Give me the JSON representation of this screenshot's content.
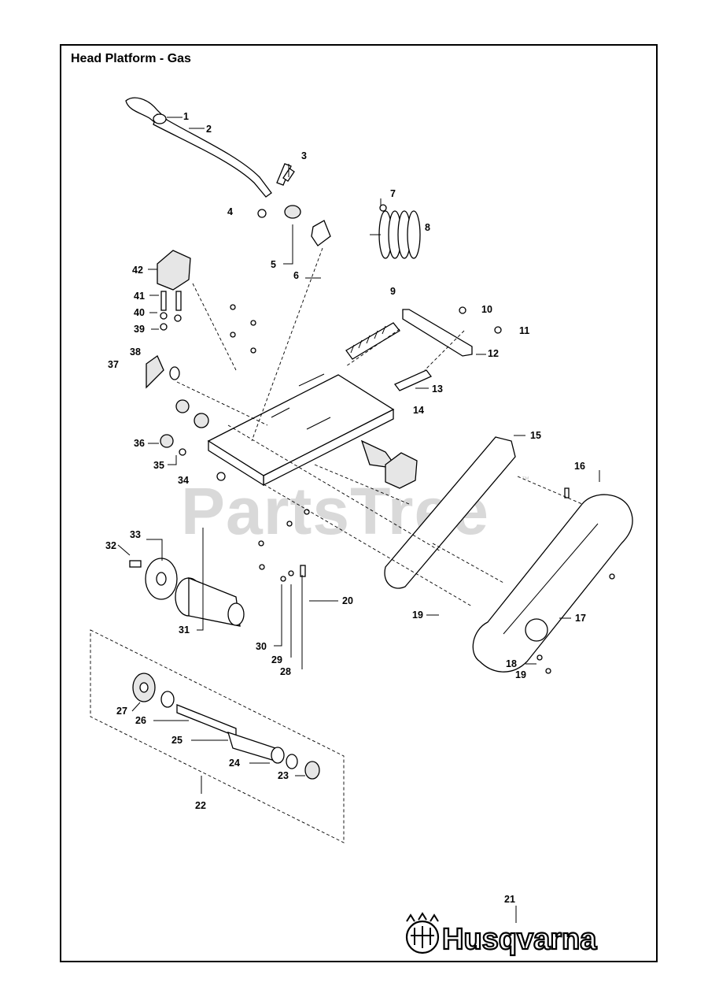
{
  "title": "Head Platform - Gas",
  "watermark": "PartsTree",
  "watermark_tm": "™",
  "brand": "Husqvarna",
  "callouts": [
    "1",
    "2",
    "3",
    "4",
    "5",
    "6",
    "7",
    "8",
    "9",
    "10",
    "11",
    "12",
    "13",
    "14",
    "15",
    "16",
    "17",
    "18",
    "19",
    "19",
    "20",
    "21",
    "22",
    "23",
    "24",
    "25",
    "26",
    "27",
    "28",
    "29",
    "30",
    "31",
    "32",
    "33",
    "34",
    "35",
    "36",
    "37",
    "38",
    "39",
    "40",
    "41",
    "42"
  ]
}
